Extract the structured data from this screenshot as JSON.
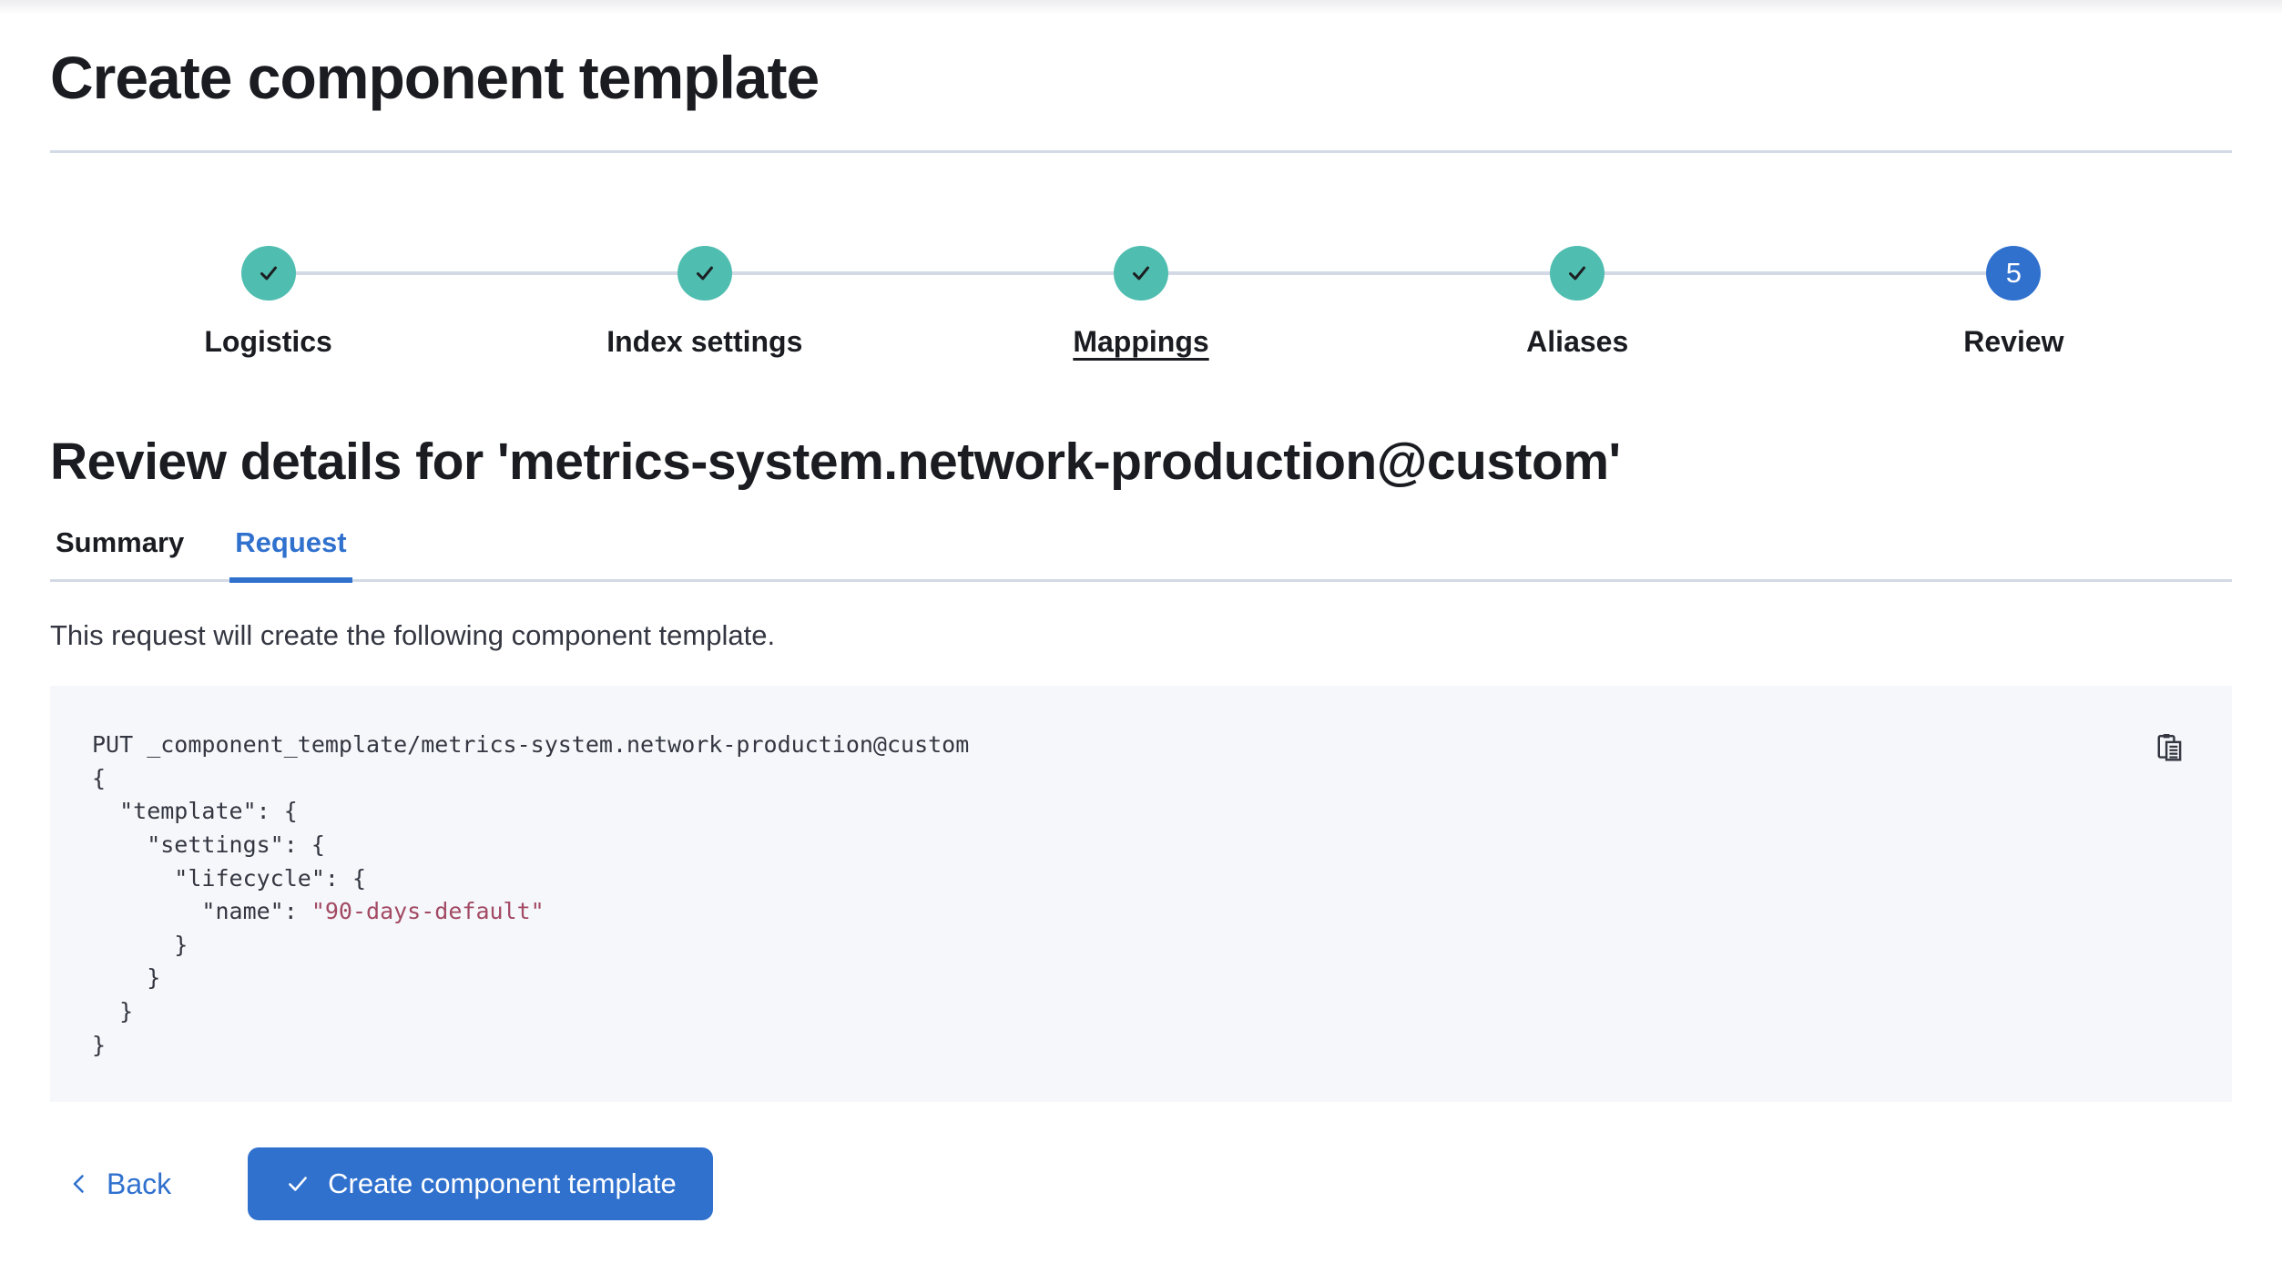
{
  "page": {
    "title": "Create component template",
    "review_heading": "Review details for 'metrics-system.network-production@custom'",
    "request_description": "This request will create the following component template."
  },
  "stepper": {
    "steps": [
      {
        "label": "Logistics",
        "status": "complete"
      },
      {
        "label": "Index settings",
        "status": "complete"
      },
      {
        "label": "Mappings",
        "status": "complete",
        "underlined": true
      },
      {
        "label": "Aliases",
        "status": "complete"
      },
      {
        "label": "Review",
        "status": "current",
        "number": "5"
      }
    ]
  },
  "tabs": [
    {
      "label": "Summary",
      "active": false
    },
    {
      "label": "Request",
      "active": true
    }
  ],
  "code_block": {
    "lines": [
      {
        "plain": "PUT _component_template/metrics-system.network-production@custom"
      },
      {
        "plain": "{"
      },
      {
        "plain": "  \"template\": {"
      },
      {
        "plain": "    \"settings\": {"
      },
      {
        "plain": "      \"lifecycle\": {"
      },
      {
        "plain": "        \"name\": ",
        "string": "\"90-days-default\""
      },
      {
        "plain": "      }"
      },
      {
        "plain": "    }"
      },
      {
        "plain": "  }"
      },
      {
        "plain": "}"
      }
    ]
  },
  "footer": {
    "back_label": "Back",
    "create_button_label": "Create component template"
  },
  "icons": {
    "step_complete": "check-icon",
    "current_step_badge": "step-number-badge",
    "copy": "copy-icon",
    "back": "chevron-left-icon",
    "create": "check-icon"
  },
  "colors": {
    "accent_blue": "#3071CE",
    "success_teal": "#4FBDB0",
    "divider": "#D3DAE6",
    "code_background": "#F5F7FA",
    "code_string": "#A34A64",
    "text_primary": "#1A1C21",
    "text_body": "#343741"
  }
}
